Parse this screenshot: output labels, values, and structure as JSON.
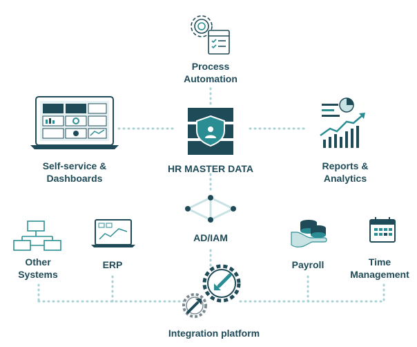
{
  "colors": {
    "primary": "#1f4a57",
    "teal": "#2a8d93",
    "teal_light": "#c9e3e4",
    "dotted": "#a9d2d4",
    "gray": "#7a8a90"
  },
  "nodes": {
    "process_automation": {
      "line1": "Process",
      "line2": "Automation",
      "icon": "gear-checklist-icon"
    },
    "self_service": {
      "line1": "Self-service &",
      "line2": "Dashboards",
      "icon": "laptop-dashboard-icon"
    },
    "hr_master_data": {
      "label": "HR MASTER DATA",
      "icon": "database-shield-icon"
    },
    "reports": {
      "line1": "Reports &",
      "line2": "Analytics",
      "icon": "growth-chart-icon"
    },
    "ad_iam": {
      "label": "AD/IAM",
      "icon": "network-icon"
    },
    "other_systems": {
      "line1": "Other",
      "line2": "Systems",
      "icon": "org-chart-icon"
    },
    "erp": {
      "label": "ERP",
      "icon": "monitor-chart-icon"
    },
    "payroll": {
      "label": "Payroll",
      "icon": "hand-coins-icon"
    },
    "time_management": {
      "line1": "Time",
      "line2": "Management",
      "icon": "calendar-icon"
    },
    "integration_platform": {
      "label": "Integration platform",
      "icon": "gears-arrows-icon"
    }
  }
}
